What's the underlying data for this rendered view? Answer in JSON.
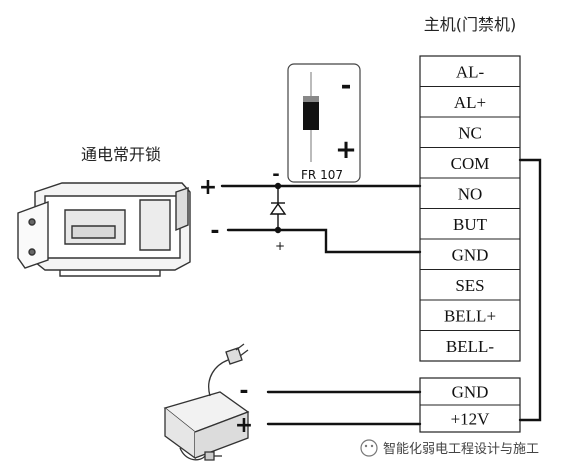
{
  "controller": {
    "title": "主机(门禁机)",
    "terminals_main": [
      "AL-",
      "AL+",
      "NC",
      "COM",
      "NO",
      "BUT",
      "GND",
      "SES",
      "BELL+",
      "BELL-"
    ],
    "terminals_power": [
      "GND",
      "+12V"
    ]
  },
  "lock": {
    "label": "通电常开锁",
    "plus_sign": "+",
    "minus_sign": "-"
  },
  "diode": {
    "model": "FR 107",
    "top_sign": "-",
    "bottom_sign": "+",
    "callout_minus": "-",
    "callout_plus": "+"
  },
  "power_supply": {
    "minus_sign": "-",
    "plus_sign": "+"
  },
  "watermark": "智能化弱电工程设计与施工"
}
